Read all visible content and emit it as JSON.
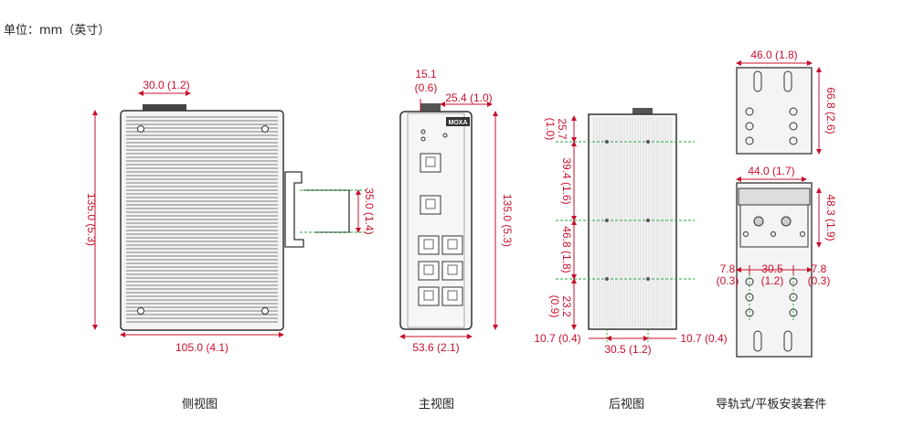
{
  "unit_label": "单位：mm（英寸）",
  "captions": {
    "side": "侧视图",
    "front": "主视图",
    "rear": "后视图",
    "kit": "导轨式/平板安装套件"
  },
  "brand": "MOXA",
  "dimensions": {
    "side_width": "105.0 (4.1)",
    "side_height": "135.0 (5.3)",
    "side_top": "30.0 (1.2)",
    "side_rail": "35.0 (1.4)",
    "front_top_a1": "15.1",
    "front_top_a2": "(0.6)",
    "front_top_b": "25.4 (1.0)",
    "front_height": "135.0 (5.3)",
    "front_width": "53.6 (2.1)",
    "rear_d1a": "25.7",
    "rear_d1b": "(1.0)",
    "rear_d2": "39.4 (1.6)",
    "rear_d3": "46.8 (1.8)",
    "rear_d4a": "23.2",
    "rear_d4b": "(0.9)",
    "rear_left": "10.7 (0.4)",
    "rear_mid": "30.5 (1.2)",
    "rear_right": "10.7 (0.4)",
    "kit_top_w": "46.0 (1.8)",
    "kit_top_h": "66.8 (2.6)",
    "kit_mid_w": "44.0 (1.7)",
    "kit_mid_h": "48.3 (1.9)",
    "kit_a": "7.8",
    "kit_a2": "(0.3)",
    "kit_b": "30.5",
    "kit_b2": "(1.2)",
    "kit_c": "7.8",
    "kit_c2": "(0.3)"
  },
  "colors": {
    "dimension": "#c8102e",
    "centerline": "#2aa64a",
    "device": "#333333"
  }
}
